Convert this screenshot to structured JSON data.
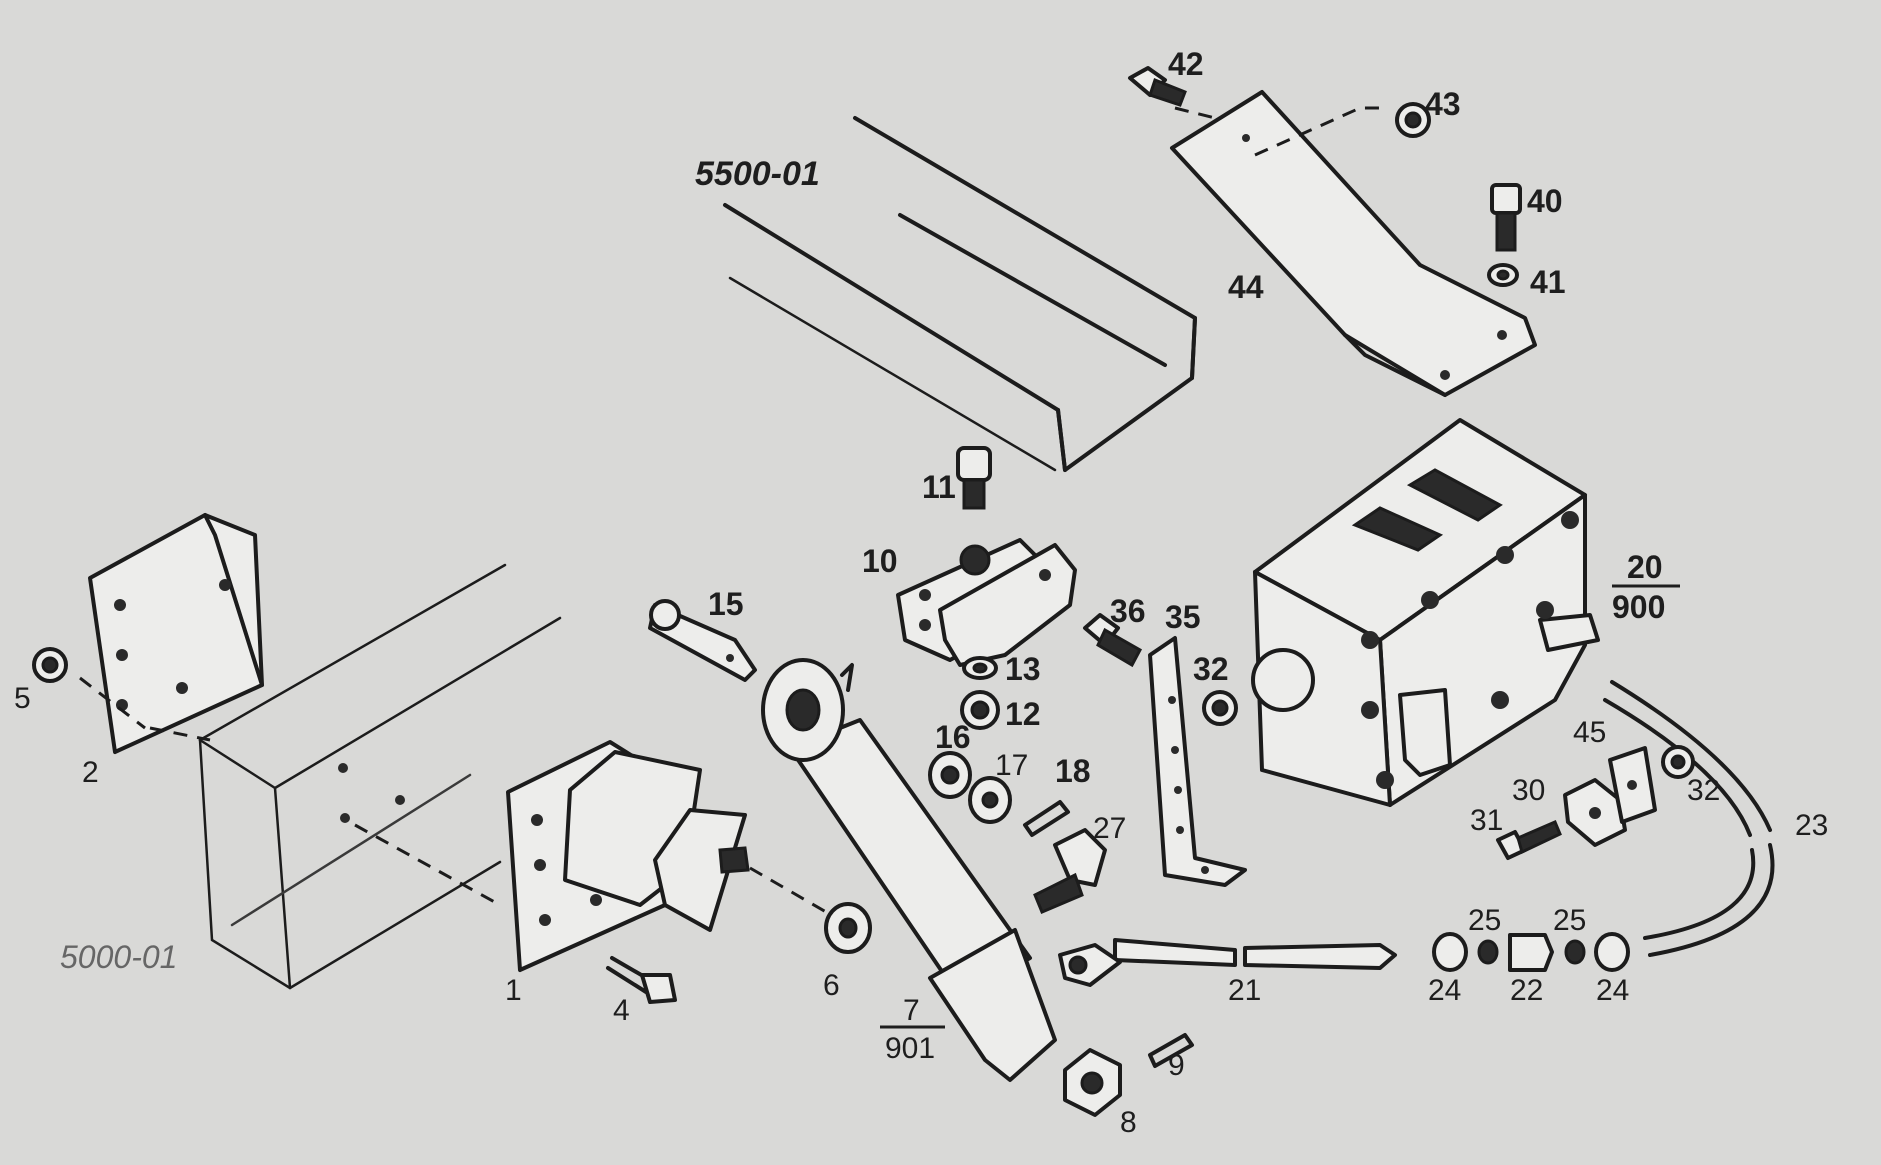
{
  "labels": {
    "l1": "1",
    "l2": "2",
    "l4": "4",
    "l5": "5",
    "l6": "6",
    "l7": "7",
    "l901": "901",
    "l8": "8",
    "l9": "9",
    "l10": "10",
    "l11": "11",
    "l12": "12",
    "l13": "13",
    "l15": "15",
    "l16": "16",
    "l17": "17",
    "l18": "18",
    "l20": "20",
    "l900": "900",
    "l21": "21",
    "l22": "22",
    "l23": "23",
    "l24a": "24",
    "l24b": "24",
    "l25a": "25",
    "l25b": "25",
    "l27": "27",
    "l30": "30",
    "l31": "31",
    "l32a": "32",
    "l32b": "32",
    "l35": "35",
    "l36": "36",
    "l40": "40",
    "l41": "41",
    "l42": "42",
    "l43": "43",
    "l44": "44",
    "l45": "45",
    "ref5500": "5500-01",
    "ref5000": "5000-01"
  }
}
